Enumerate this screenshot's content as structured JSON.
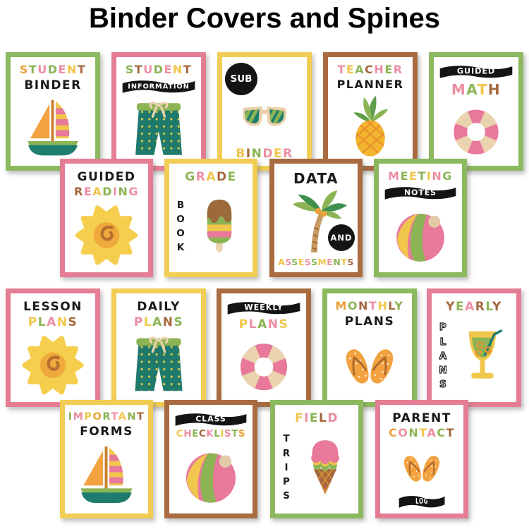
{
  "page_title": "Binder Covers and Spines",
  "palette": {
    "orange": "#E9A23C",
    "green": "#8CB455",
    "pink": "#EC8FA3",
    "yellow": "#F0C64C",
    "brown": "#A5683F",
    "black": "#1A1A1A",
    "border_green": "#8CB95F",
    "border_pink": "#E57E95",
    "border_yellow": "#F1CD55",
    "border_brown": "#A96B40",
    "teal": "#1E7D6F",
    "tan": "#EAD3AE",
    "banner_bg": "#141414",
    "banner_text": "#FFFFFF"
  },
  "rows": [
    [
      {
        "id": "student-binder",
        "label": "Student Binder",
        "border": "border_green",
        "type": "stacked",
        "icon": "sailboat",
        "lines": [
          {
            "style": "multi",
            "text": "STUDENT",
            "colors": "ogpgpyb"
          },
          {
            "style": "black",
            "text": "BINDER"
          }
        ]
      },
      {
        "id": "student-information",
        "label": "Student Information",
        "border": "border_pink",
        "type": "stacked",
        "icon": "shorts",
        "lines": [
          {
            "style": "multi",
            "text": "STUDENT",
            "colors": "gbpgpyb"
          },
          {
            "style": "banner",
            "text": "INFORMATION"
          }
        ]
      },
      {
        "id": "sub-binder",
        "label": "Sub Binder",
        "border": "border_yellow",
        "type": "sub",
        "icon": "sunglasses",
        "badge": "SUB",
        "word": {
          "style": "multi",
          "text": "BINDER",
          "colors": "ybgpyp"
        }
      },
      {
        "id": "teacher-planner",
        "label": "Teacher Planner",
        "border": "border_brown",
        "type": "stacked",
        "icon": "pineapple",
        "lines": [
          {
            "style": "multi",
            "text": "TEACHER",
            "colors": "pygbpgp"
          },
          {
            "style": "black",
            "text": "PLANNER"
          }
        ]
      },
      {
        "id": "guided-math",
        "label": "Guided Math",
        "border": "border_green",
        "type": "stacked",
        "icon": "pool-ring",
        "lines": [
          {
            "style": "banner",
            "text": "GUIDED"
          },
          {
            "style": "multi",
            "text": "MATH",
            "colors": "pgyb"
          }
        ]
      }
    ],
    [
      {
        "id": "guided-reading",
        "label": "Guided Reading",
        "border": "border_pink",
        "type": "stacked",
        "icon": "sun",
        "lines": [
          {
            "style": "black",
            "text": "GUIDED"
          },
          {
            "style": "multi",
            "text": "READING",
            "colors": "bpygpgp"
          }
        ]
      },
      {
        "id": "grade-book",
        "label": "Grade Book",
        "border": "border_yellow",
        "type": "side",
        "icon": "popsicle",
        "top": {
          "style": "multi",
          "text": "GRADE",
          "colors": "gpybg"
        },
        "vertical": {
          "style": "vertical-black",
          "text": "BOOK"
        }
      },
      {
        "id": "data-and-assessments",
        "label": "Data and Assessments",
        "border": "border_brown",
        "type": "data",
        "icon": "palm-tree",
        "top": {
          "style": "black",
          "text": "DATA"
        },
        "badge": "AND",
        "bottom": {
          "style": "multi",
          "text": "ASSESSMENTS",
          "colors": "ypgypgypgyb"
        }
      },
      {
        "id": "meeting-notes",
        "label": "Meeting Notes",
        "border": "border_green",
        "type": "stacked",
        "icon": "beach-ball",
        "lines": [
          {
            "style": "multi",
            "text": "MEETING",
            "colors": "pgygypg"
          },
          {
            "style": "banner",
            "text": "NOTES"
          }
        ]
      }
    ],
    [
      {
        "id": "lesson-plans",
        "label": "Lesson Plans",
        "border": "border_pink",
        "type": "stacked",
        "icon": "sun",
        "lines": [
          {
            "style": "black",
            "text": "LESSON"
          },
          {
            "style": "multi",
            "text": "PLANS",
            "colors": "ygpyb"
          }
        ]
      },
      {
        "id": "daily-plans",
        "label": "Daily Plans",
        "border": "border_yellow",
        "type": "stacked",
        "icon": "shorts",
        "lines": [
          {
            "style": "black",
            "text": "DAILY"
          },
          {
            "style": "multi",
            "text": "PLANS",
            "colors": "pygbg"
          }
        ]
      },
      {
        "id": "weekly-plans",
        "label": "Weekly Plans",
        "border": "border_brown",
        "type": "stacked",
        "icon": "pool-ring",
        "lines": [
          {
            "style": "banner",
            "text": "WEEKLY"
          },
          {
            "style": "multi",
            "text": "PLANS",
            "colors": "ypgpy"
          }
        ]
      },
      {
        "id": "monthly-plans",
        "label": "Monthly Plans",
        "border": "border_green",
        "type": "stacked",
        "icon": "flip-flops",
        "lines": [
          {
            "style": "multi",
            "text": "MONTHLY",
            "colors": "ogbpybg"
          },
          {
            "style": "black",
            "text": "PLANS"
          }
        ]
      },
      {
        "id": "yearly-plans",
        "label": "Yearly Plans",
        "border": "border_pink",
        "type": "side",
        "icon": "drink",
        "top": {
          "style": "multi",
          "text": "YEARLY",
          "colors": "bgpbgb"
        },
        "vertical": {
          "style": "vertical-outline",
          "text": "PLANS"
        }
      }
    ],
    [
      {
        "id": "important-forms",
        "label": "Important Forms",
        "border": "border_yellow",
        "type": "stacked",
        "icon": "sailboat",
        "lines": [
          {
            "style": "multi",
            "text": "IMPORTANT",
            "colors": "gpyogpygb"
          },
          {
            "style": "black",
            "text": "FORMS"
          }
        ]
      },
      {
        "id": "class-checklists",
        "label": "Class Checklists",
        "border": "border_brown",
        "type": "stacked",
        "icon": "beach-ball",
        "lines": [
          {
            "style": "banner",
            "text": "CLASS"
          },
          {
            "style": "multi",
            "text": "CHECKLISTS",
            "colors": "ypgbpgypgo"
          }
        ]
      },
      {
        "id": "field-trips",
        "label": "Field Trips",
        "border": "border_green",
        "type": "side",
        "icon": "ice-cream",
        "top": {
          "style": "multi",
          "text": "FIELD",
          "colors": "ypgbp"
        },
        "vertical": {
          "style": "vertical-black",
          "text": "TRIPS"
        }
      },
      {
        "id": "parent-contact-log",
        "label": "Parent Contact Log",
        "border": "border_pink",
        "type": "log",
        "icon": "flip-flops",
        "lines": [
          {
            "style": "black",
            "text": "PARENT"
          },
          {
            "style": "multi",
            "text": "CONTACT",
            "colors": "opgypgb"
          }
        ],
        "banner": "LOG"
      }
    ]
  ]
}
